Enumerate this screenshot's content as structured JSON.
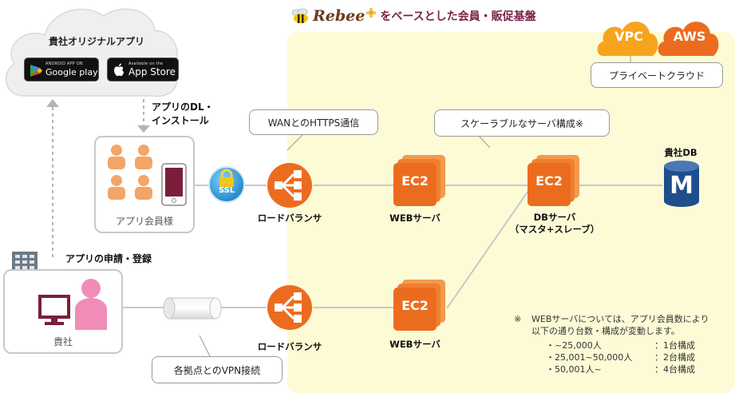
{
  "header": {
    "brand": "Rebee",
    "title": "をベースとした会員・販促基盤"
  },
  "cloud": {
    "title": "貴社オリジナルアプリ",
    "google_small": "ANDROID APP ON",
    "google_big": "Google play",
    "apple_small": "Available on the",
    "apple_big": "App Store"
  },
  "download": {
    "line1": "アプリのDL・",
    "line2": "インストール"
  },
  "members": {
    "label": "アプリ会員様"
  },
  "ssl": {
    "label": "SSL"
  },
  "callouts": {
    "wan": "WANとのHTTPS通信",
    "scale": "スケーラブルなサーバ構成※",
    "vpn": "各拠点とのVPN接続",
    "private": "プライベートクラウド"
  },
  "badges": {
    "vpc": "VPC",
    "aws": "AWS"
  },
  "nodes": {
    "lb_top": "ロードバランサ",
    "lb_bottom": "ロードバランサ",
    "ec2_label": "EC2",
    "web_top": "WEBサーバ",
    "web_bottom": "WEBサーバ",
    "db_line1": "DBサーバ",
    "db_line2": "（マスタ+スレーブ）",
    "db_store_label": "貴社DB",
    "db_letter": "M"
  },
  "company": {
    "apply": "アプリの申請・登録",
    "label": "貴社"
  },
  "footnote": {
    "mark": "※",
    "line1": "WEBサーバについては、アプリ会員数により",
    "line2": "以下の通り台数・構成が変動します。",
    "rows": [
      {
        "range": "・~25,000人",
        "config": "：1台構成"
      },
      {
        "range": "・25,001~50,000人",
        "config": "：2台構成"
      },
      {
        "range": "・50,001人~",
        "config": "：4台構成"
      }
    ]
  },
  "colors": {
    "orange": "#ec6c1f",
    "orange_light": "#f39a4e",
    "navy": "#1f4e8c",
    "pink": "#f08cb8",
    "maroon": "#7a1f3a",
    "yellow_bg": "#fdfbd6"
  }
}
